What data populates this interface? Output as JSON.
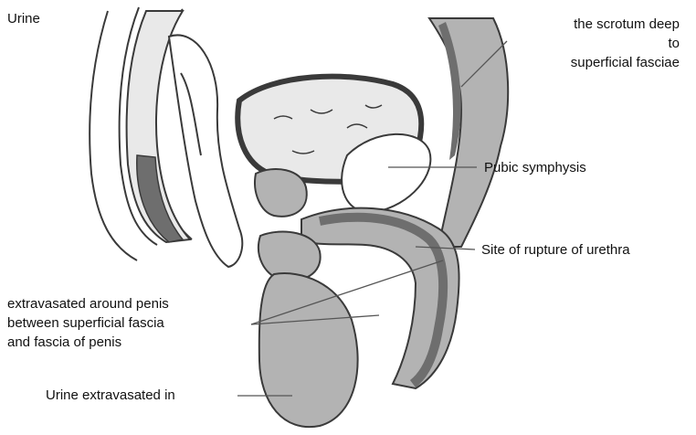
{
  "labels": {
    "urine": "Urine",
    "scrotum_line1": "the scrotum deep",
    "scrotum_line2": "to",
    "scrotum_line3": "superficial fasciae",
    "pubic_symphysis": "Pubic symphysis",
    "rupture": "Site of rupture of urethra",
    "penis_line1": "extravasated around penis",
    "penis_line2": "between superficial fascia",
    "penis_line3": "and fascia of penis",
    "extravasated_in": "Urine extravasated in"
  },
  "colors": {
    "tissue_fill": "#b3b3b3",
    "dark_fill": "#6e6e6e",
    "outline": "#3a3a3a",
    "bone_fill": "#e9e9e9",
    "leader": "#555555"
  }
}
